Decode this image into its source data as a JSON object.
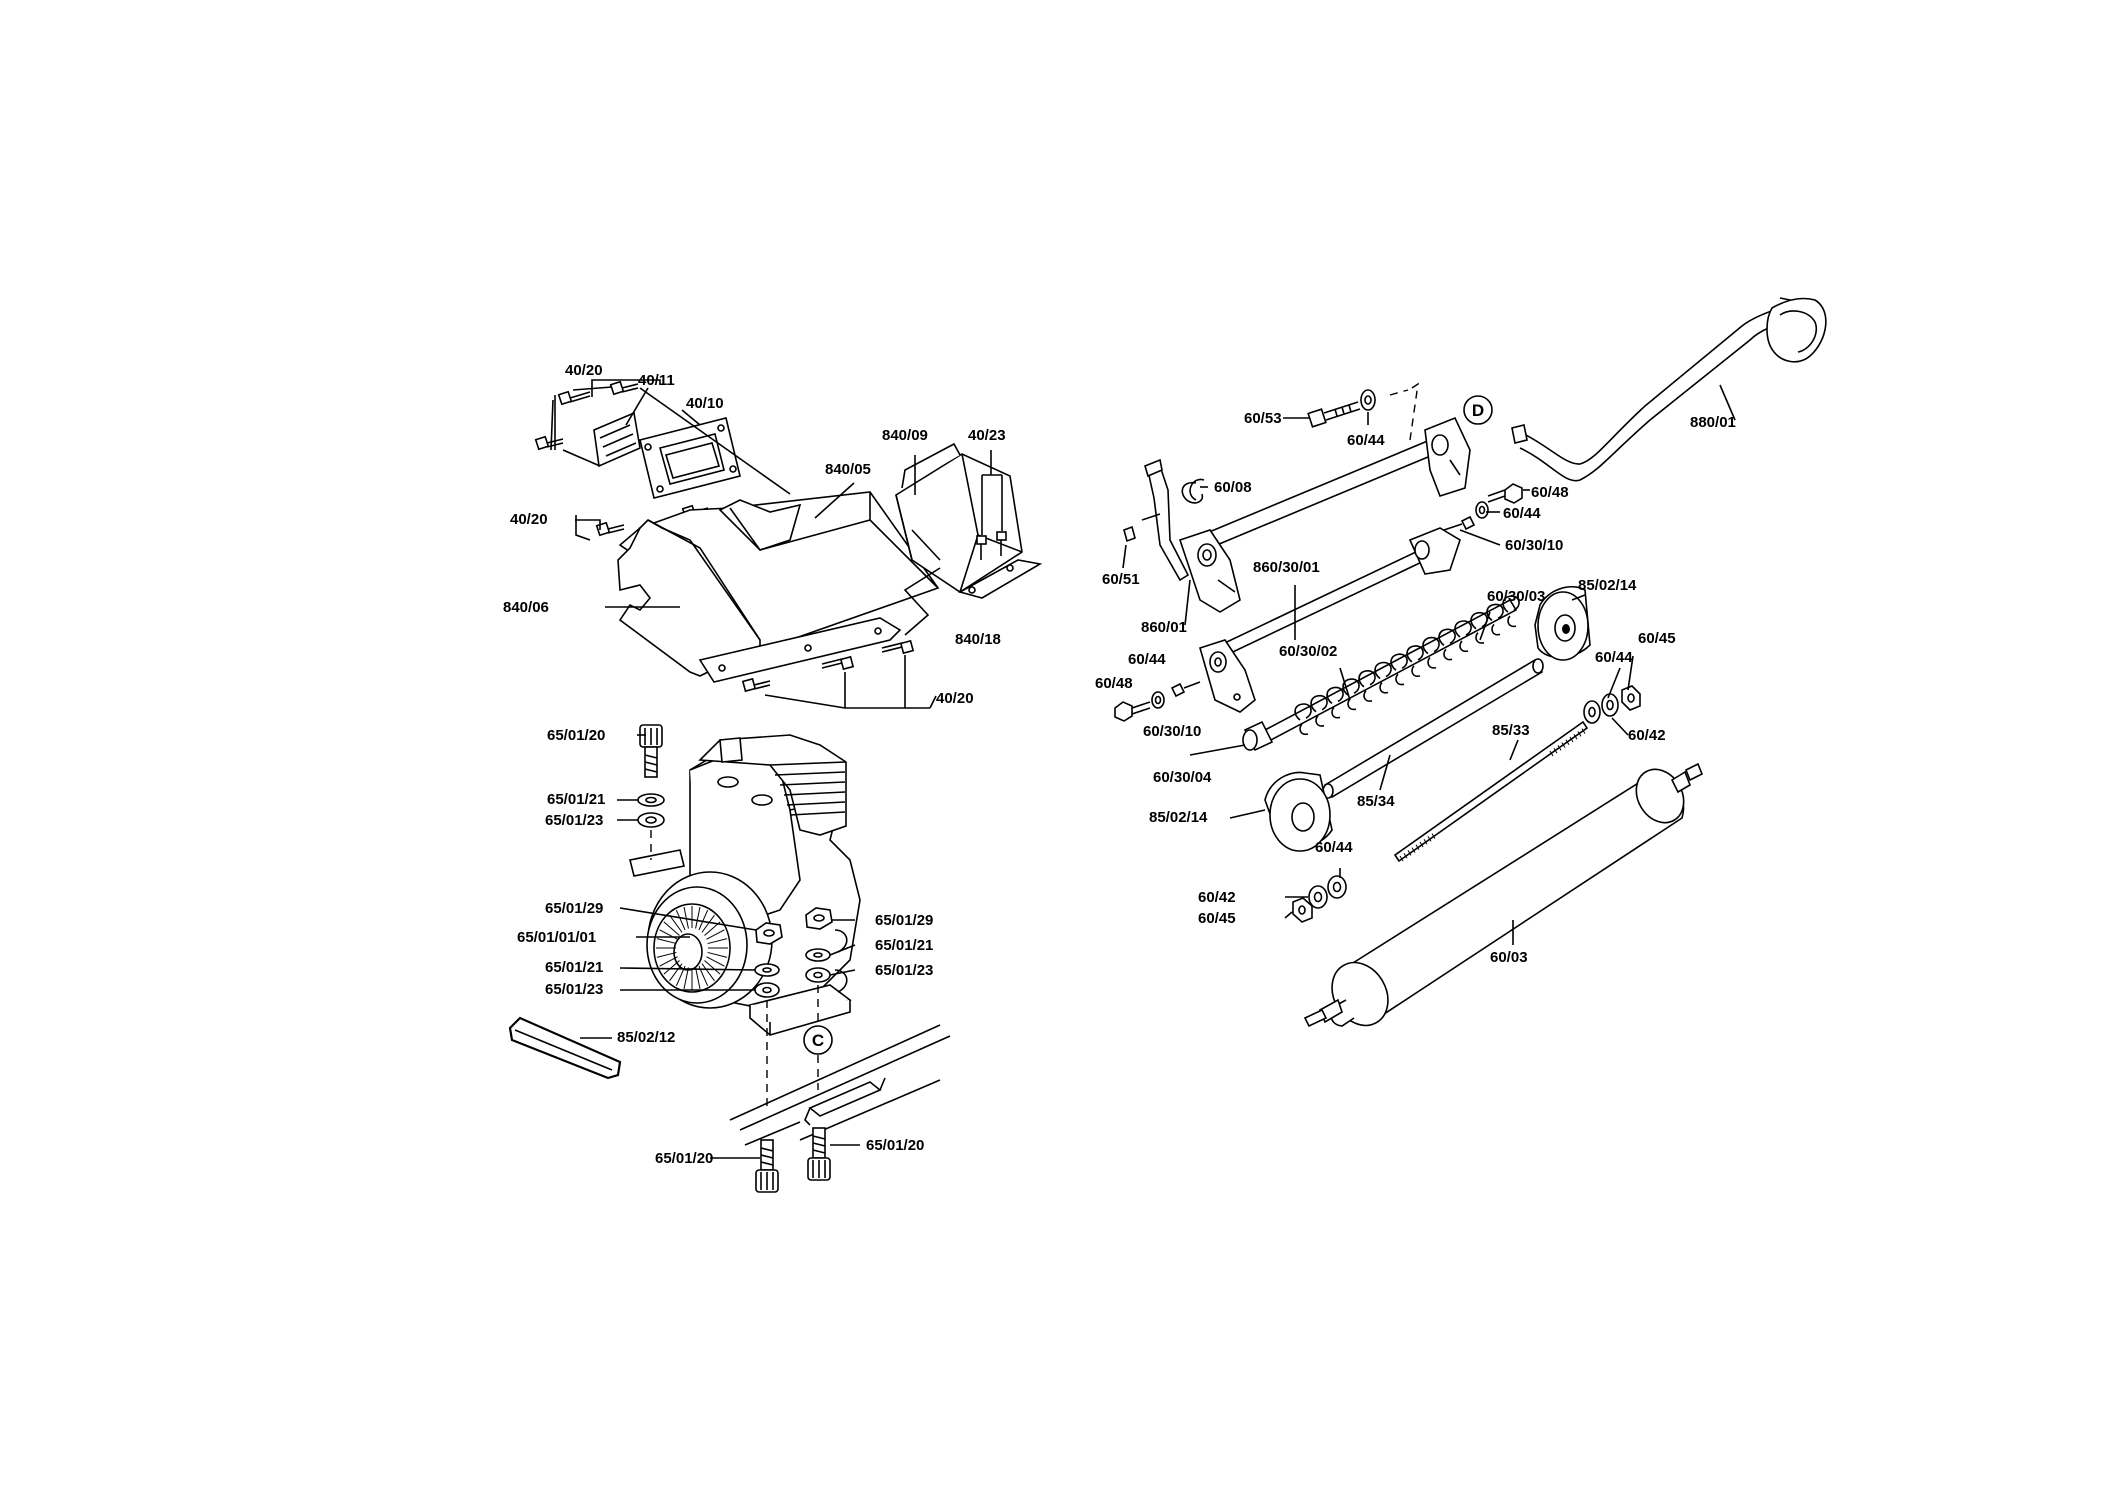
{
  "labels": [
    {
      "id": "l1",
      "text": "40/20"
    },
    {
      "id": "l2",
      "text": "40/11"
    },
    {
      "id": "l3",
      "text": "40/10"
    },
    {
      "id": "l4",
      "text": "840/09"
    },
    {
      "id": "l5",
      "text": "40/23"
    },
    {
      "id": "l6",
      "text": "840/05"
    },
    {
      "id": "l7",
      "text": "40/20"
    },
    {
      "id": "l8",
      "text": "840/06"
    },
    {
      "id": "l9",
      "text": "840/18"
    },
    {
      "id": "l10",
      "text": "40/20"
    },
    {
      "id": "l11",
      "text": "65/01/20"
    },
    {
      "id": "l12",
      "text": "65/01/21"
    },
    {
      "id": "l13",
      "text": "65/01/23"
    },
    {
      "id": "l14",
      "text": "65/01/29"
    },
    {
      "id": "l15",
      "text": "65/01/01/01"
    },
    {
      "id": "l16",
      "text": "65/01/29"
    },
    {
      "id": "l17",
      "text": "65/01/21"
    },
    {
      "id": "l18",
      "text": "65/01/21"
    },
    {
      "id": "l19",
      "text": "65/01/23"
    },
    {
      "id": "l20",
      "text": "65/01/23"
    },
    {
      "id": "l21",
      "text": "85/02/12"
    },
    {
      "id": "l22",
      "text": "65/01/20"
    },
    {
      "id": "l23",
      "text": "65/01/20"
    },
    {
      "id": "l24",
      "text": "60/53"
    },
    {
      "id": "l25",
      "text": "60/44"
    },
    {
      "id": "l26",
      "text": "880/01"
    },
    {
      "id": "l27",
      "text": "60/08"
    },
    {
      "id": "l28",
      "text": "60/48"
    },
    {
      "id": "l29",
      "text": "60/44"
    },
    {
      "id": "l30",
      "text": "60/30/10"
    },
    {
      "id": "l31",
      "text": "60/51"
    },
    {
      "id": "l32",
      "text": "860/30/01"
    },
    {
      "id": "l33",
      "text": "860/01"
    },
    {
      "id": "l34",
      "text": "60/30/03"
    },
    {
      "id": "l35",
      "text": "85/02/14"
    },
    {
      "id": "l36",
      "text": "60/44"
    },
    {
      "id": "l37",
      "text": "60/30/02"
    },
    {
      "id": "l38",
      "text": "60/48"
    },
    {
      "id": "l39",
      "text": "60/30/10"
    },
    {
      "id": "l40",
      "text": "60/45"
    },
    {
      "id": "l41",
      "text": "60/44"
    },
    {
      "id": "l42",
      "text": "60/42"
    },
    {
      "id": "l43",
      "text": "85/33"
    },
    {
      "id": "l44",
      "text": "60/30/04"
    },
    {
      "id": "l45",
      "text": "85/34"
    },
    {
      "id": "l46",
      "text": "85/02/14"
    },
    {
      "id": "l47",
      "text": "60/44"
    },
    {
      "id": "l48",
      "text": "60/42"
    },
    {
      "id": "l49",
      "text": "60/45"
    },
    {
      "id": "l50",
      "text": "60/03"
    }
  ],
  "markers": {
    "c": "C",
    "d": "D"
  }
}
